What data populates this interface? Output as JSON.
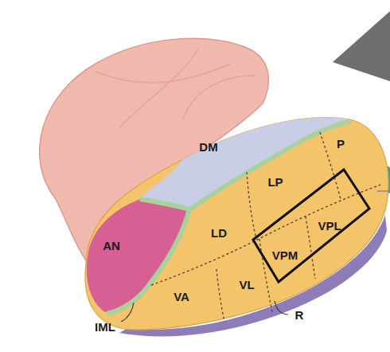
{
  "diagram": {
    "labels": [
      "DM",
      "P",
      "LP",
      "VPL",
      "LD",
      "VPM",
      "AN",
      "VL",
      "VA",
      "IML",
      "R"
    ]
  }
}
